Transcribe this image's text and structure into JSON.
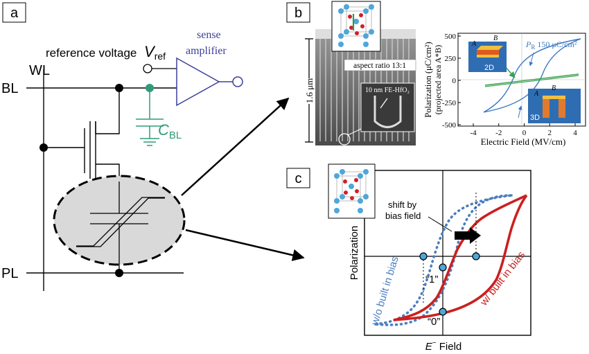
{
  "panels": {
    "a": "a",
    "b": "b",
    "c": "c"
  },
  "circuit": {
    "wl": "WL",
    "bl": "BL",
    "pl": "PL",
    "ref_text": "reference voltage",
    "vref_main": "V",
    "vref_sub": "ref",
    "sense_line1": "sense",
    "sense_line2": "amplifier",
    "cbl_main": "C",
    "cbl_sub": "BL"
  },
  "sem": {
    "aspect": "aspect ratio 13:1",
    "scale": "1.6 μm",
    "inset": "10 nm FE-HfO₂"
  },
  "loop_chart": {
    "ylabel_line1": "Polarization (μC/cm²)",
    "ylabel_line2": "(projected area A*B)",
    "xlabel": "Electric Field (MV/cm)",
    "yticks": [
      "500",
      "250",
      "0",
      "-250",
      "-500"
    ],
    "xticks": [
      "-4",
      "-2",
      "0",
      "2",
      "4"
    ],
    "pr_main": "P",
    "pr_sub": "R",
    "pr_value": " 150 μC/cm²",
    "label_2d": "2D",
    "label_3d": "3D",
    "dim_a": "A",
    "dim_b": "B"
  },
  "bias_chart": {
    "ylabel": "Polarization",
    "xlabel_main": "E",
    "xlabel_sup": "−",
    "xlabel_rest": " Field",
    "shift_line1": "shift by",
    "shift_line2": "bias field",
    "state1": "“1”",
    "state0": "“0”",
    "wo_bias": "w/o built in bias",
    "w_bias": "w/ built in bias"
  },
  "colors": {
    "green": "#2e9b7a",
    "navy": "#3b3f9a",
    "red": "#cc1f1f",
    "blue": "#4a7fc0",
    "chart_blue": "#3a78c4",
    "chart_green": "#3aa050"
  }
}
